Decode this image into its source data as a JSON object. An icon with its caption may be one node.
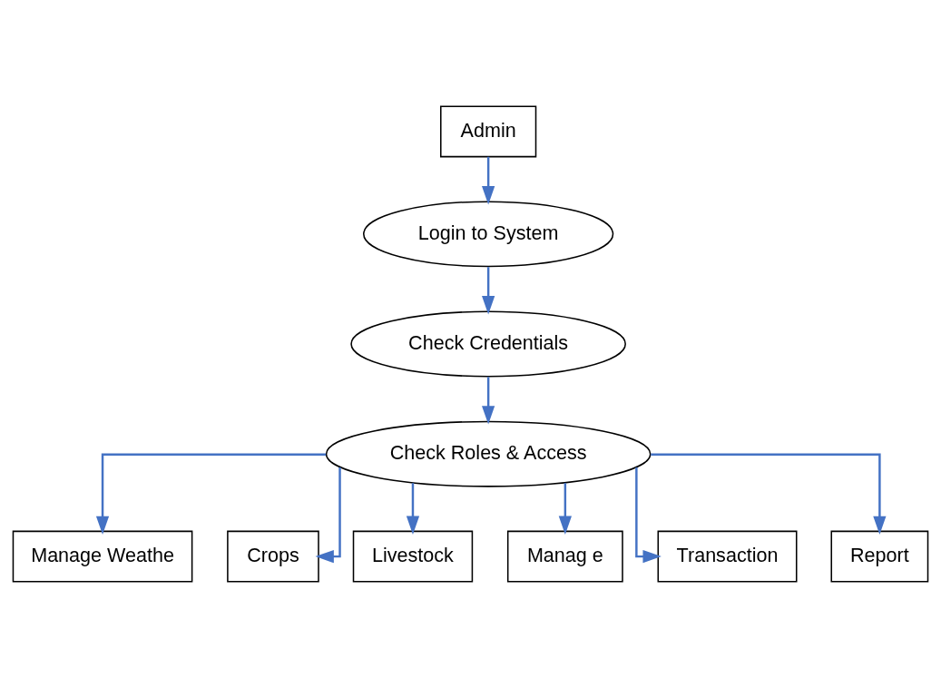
{
  "diagram": {
    "nodes": [
      {
        "text": [
          "Admin"
        ]
      },
      {
        "text": [
          "Login to System"
        ]
      },
      {
        "text": [
          "Check Credentials"
        ]
      },
      {
        "text": [
          "Check Roles & Access"
        ]
      },
      {
        "text": [
          "Manage Weathe"
        ]
      },
      {
        "text": [
          "Crops"
        ]
      },
      {
        "text": [
          "Livestock"
        ]
      },
      {
        "text": [
          "Manag e"
        ]
      },
      {
        "text": [
          "Transaction"
        ]
      },
      {
        "text": [
          "Report"
        ]
      }
    ],
    "edges": [
      {
        "from": 0,
        "to": 1,
        "arrow": "to"
      },
      {
        "from": 1,
        "to": 2,
        "arrow": "to"
      },
      {
        "from": 2,
        "to": 3,
        "arrow": "to"
      },
      {
        "from": 3,
        "to": 4,
        "arrow": "to"
      },
      {
        "from": 3,
        "to": 5,
        "arrow": "to"
      },
      {
        "from": 3,
        "to": 6,
        "arrow": "to"
      },
      {
        "from": 3,
        "to": 7,
        "arrow": "to"
      },
      {
        "from": 3,
        "to": 8,
        "arrow": "to"
      },
      {
        "from": 3,
        "to": 9,
        "arrow": "to"
      }
    ]
  }
}
